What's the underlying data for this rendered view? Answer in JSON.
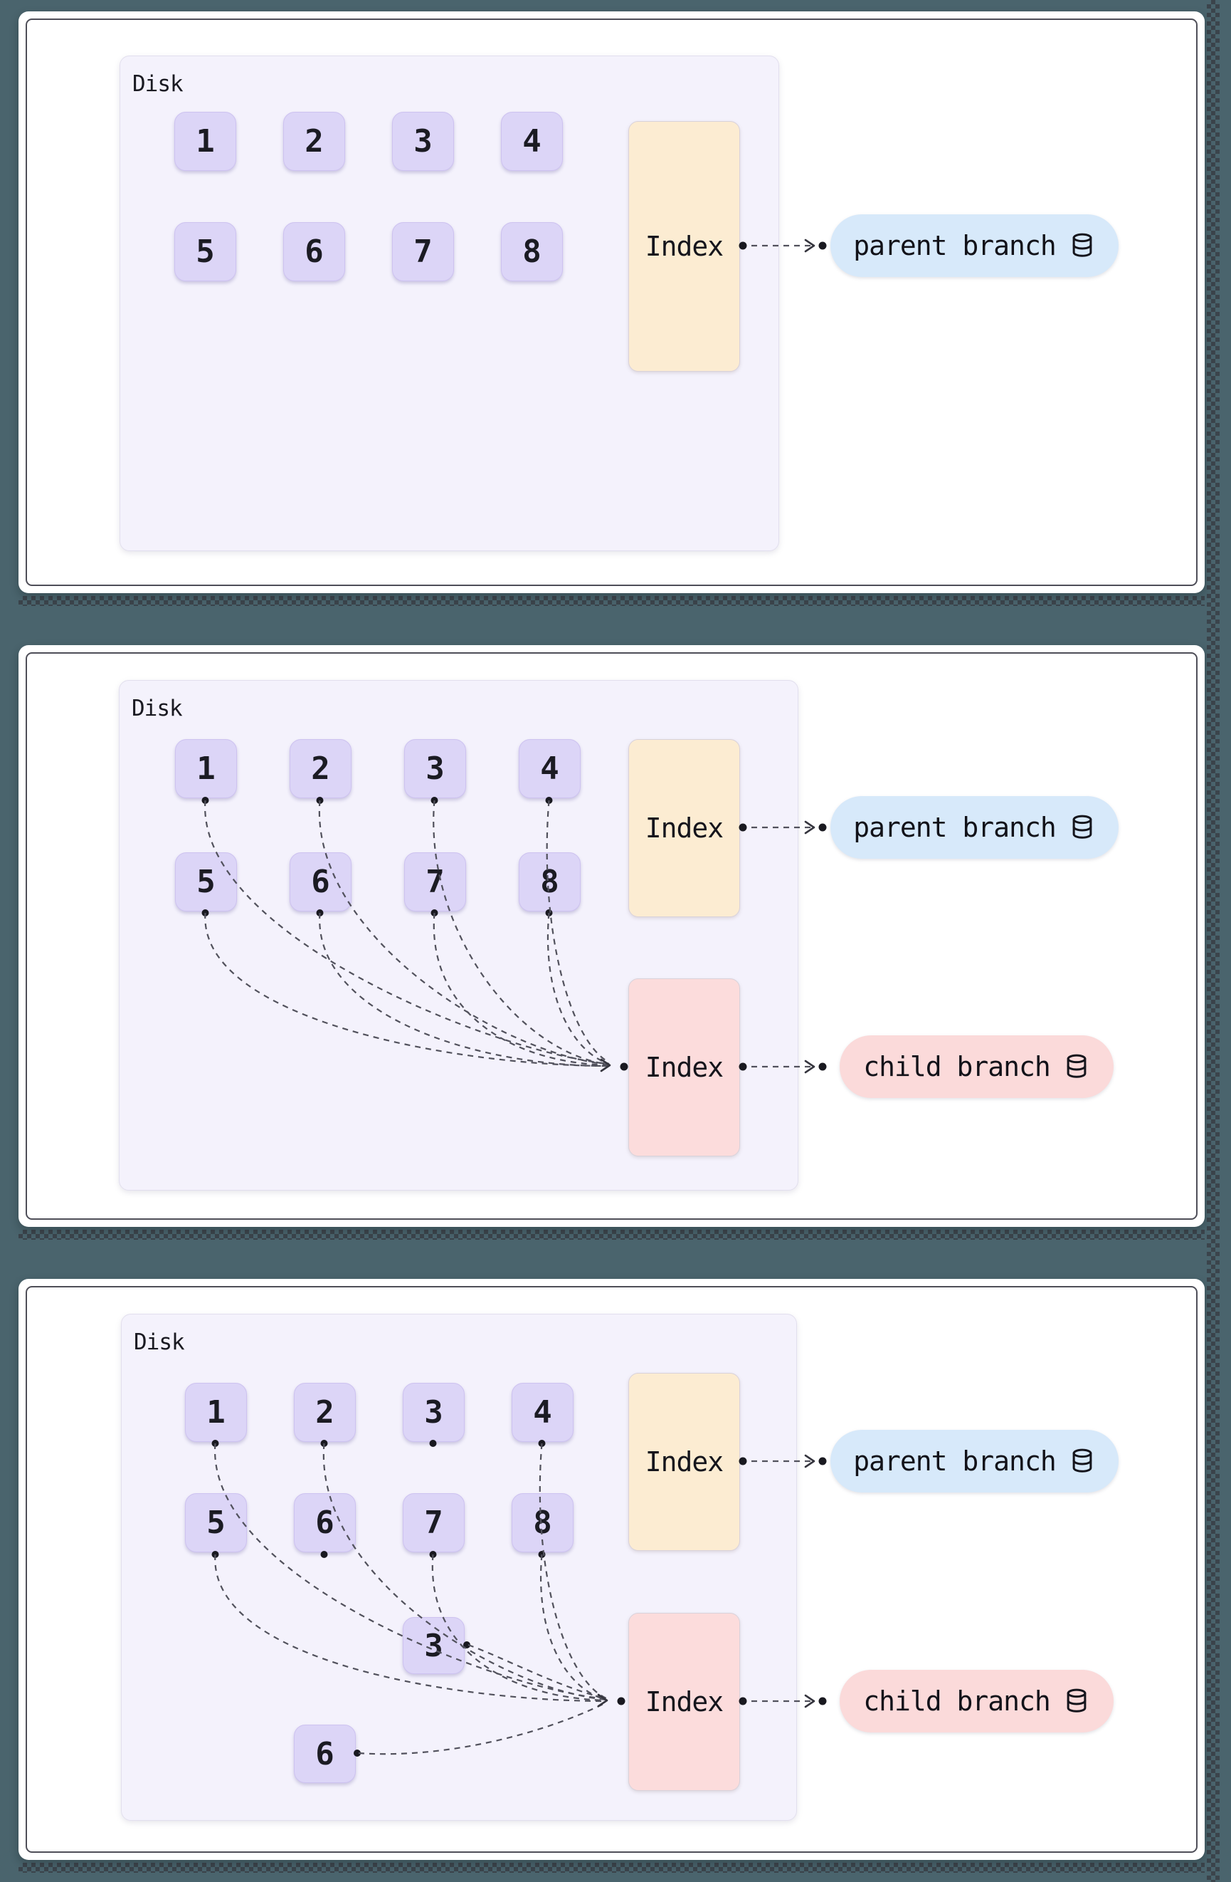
{
  "colors": {
    "background": "#4a646d",
    "card": "#ffffff",
    "disk": "#f4f2fc",
    "block": "#dcd5f7",
    "parent_index": "#fcecd2",
    "child_index": "#fcdcdc",
    "parent_branch_pill": "#d7e9fa",
    "child_branch_pill": "#fbdada",
    "line": "#51515c"
  },
  "panels": [
    {
      "disk_label": "Disk",
      "blocks": [
        {
          "label": "1"
        },
        {
          "label": "2"
        },
        {
          "label": "3"
        },
        {
          "label": "4"
        },
        {
          "label": "5"
        },
        {
          "label": "6"
        },
        {
          "label": "7"
        },
        {
          "label": "8"
        }
      ],
      "extra_blocks": [],
      "indexes": [
        {
          "label": "Index",
          "role": "parent",
          "color": "#fcecd2",
          "branch": {
            "label": "parent branch",
            "icon": "database-icon",
            "color": "#d7e9fa"
          }
        }
      ]
    },
    {
      "disk_label": "Disk",
      "blocks": [
        {
          "label": "1"
        },
        {
          "label": "2"
        },
        {
          "label": "3"
        },
        {
          "label": "4"
        },
        {
          "label": "5"
        },
        {
          "label": "6"
        },
        {
          "label": "7"
        },
        {
          "label": "8"
        }
      ],
      "extra_blocks": [],
      "indexes": [
        {
          "label": "Index",
          "role": "parent",
          "color": "#fcecd2",
          "branch": {
            "label": "parent branch",
            "icon": "database-icon",
            "color": "#d7e9fa"
          }
        },
        {
          "label": "Index",
          "role": "child",
          "color": "#fcdcdc",
          "branch": {
            "label": "child branch",
            "icon": "database-icon",
            "color": "#fbdada"
          }
        }
      ]
    },
    {
      "disk_label": "Disk",
      "blocks": [
        {
          "label": "1"
        },
        {
          "label": "2"
        },
        {
          "label": "3"
        },
        {
          "label": "4"
        },
        {
          "label": "5"
        },
        {
          "label": "6"
        },
        {
          "label": "7"
        },
        {
          "label": "8"
        }
      ],
      "extra_blocks": [
        {
          "label": "3"
        },
        {
          "label": "6"
        }
      ],
      "indexes": [
        {
          "label": "Index",
          "role": "parent",
          "color": "#fcecd2",
          "branch": {
            "label": "parent branch",
            "icon": "database-icon",
            "color": "#d7e9fa"
          }
        },
        {
          "label": "Index",
          "role": "child",
          "color": "#fcdcdc",
          "branch": {
            "label": "child branch",
            "icon": "database-icon",
            "color": "#fbdada"
          }
        }
      ]
    }
  ]
}
